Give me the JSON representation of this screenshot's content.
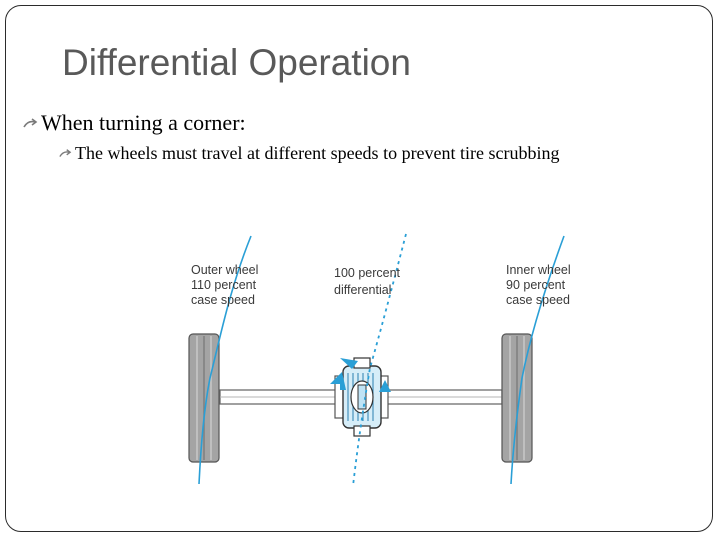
{
  "slide": {
    "title": "Differential Operation",
    "bullets": [
      {
        "text": "When turning a corner:",
        "level": 1
      },
      {
        "text": "The wheels must travel at different speeds to prevent tire scrubbing",
        "level": 2
      }
    ],
    "bullet_icon": "curved-arrow-bullet-icon"
  },
  "diagram": {
    "outer_wheel": [
      "Outer wheel",
      "110 percent",
      "case speed"
    ],
    "differential": [
      "100 percent",
      "differential"
    ],
    "inner_wheel": [
      "Inner wheel",
      "90 percent",
      "case speed"
    ],
    "colors": {
      "path_blue": "#2a9fd6",
      "tire_gray": "#9a9a9a",
      "gear_blue": "#bfe3f5"
    }
  }
}
